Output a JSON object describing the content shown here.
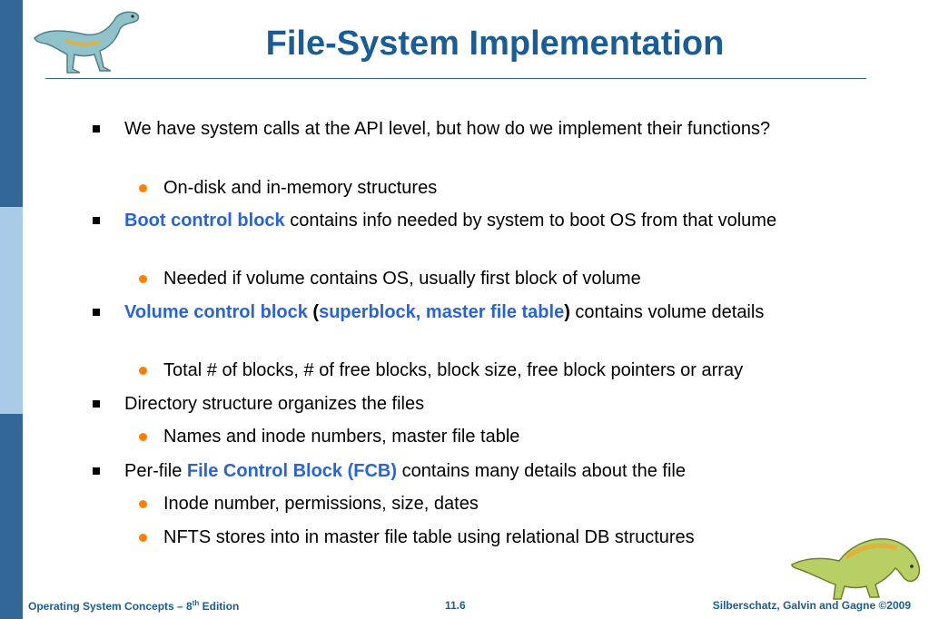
{
  "slide": {
    "title": "File-System Implementation",
    "bullets": [
      {
        "text": "We have system calls at the API level, but how do we implement their functions?"
      },
      {
        "text": "On-disk and in-memory structures"
      },
      {
        "hl1": "Boot control block",
        "rest": " contains info needed by system to boot OS from that volume"
      },
      {
        "text": "Needed if volume contains OS, usually first block of volume"
      },
      {
        "hl1": "Volume control block",
        "p_open": " (",
        "hl2": "superblock, master file table",
        "p_close": ")",
        "rest": " contains volume details"
      },
      {
        "text": "Total # of blocks, # of free blocks, block size, free block pointers or array"
      },
      {
        "text": "Directory structure organizes the files"
      },
      {
        "text": "Names and inode numbers, master file table"
      },
      {
        "pre": "Per-file ",
        "hl1": "File Control Block (FCB)",
        "rest": " contains many details about the file"
      },
      {
        "text": "Inode number, permissions, size, dates"
      },
      {
        "text": "NFTS stores into in master file table  using relational DB structures"
      }
    ]
  },
  "footer": {
    "left_pre": "Operating System Concepts  – 8",
    "left_sup": "th",
    "left_post": " Edition",
    "center": "11.6",
    "right": "Silberschatz, Galvin and Gagne ©2009"
  },
  "colors": {
    "title": "#1a5c96",
    "highlight": "#2a63d6",
    "bullet_level2": "#ff7f00",
    "sidebar_dark": "#336699",
    "sidebar_light": "#a9cbe8"
  }
}
